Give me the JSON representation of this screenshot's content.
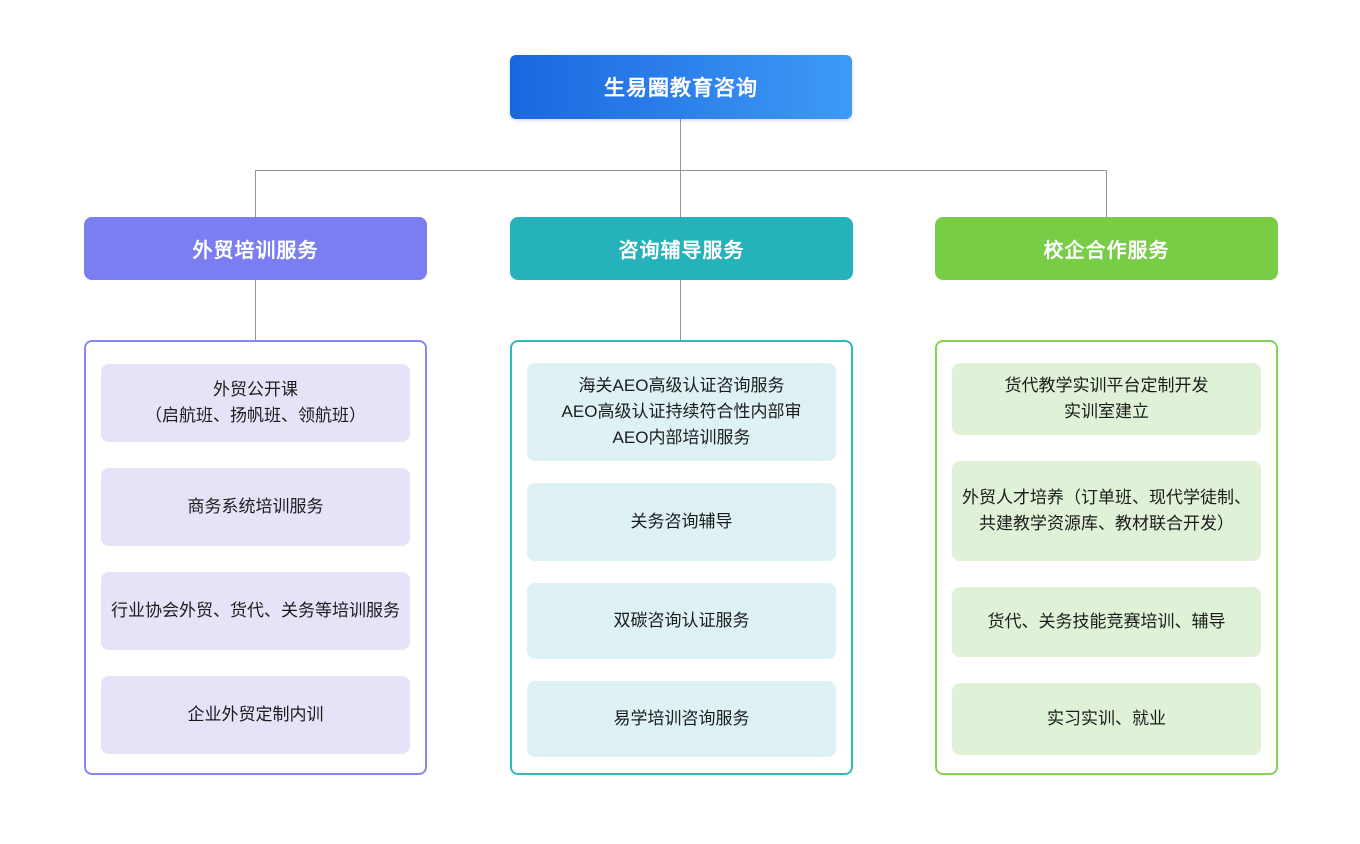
{
  "root": {
    "label": "生易圈教育咨询",
    "gradient_from": "#1a67e0",
    "gradient_to": "#3f9af6"
  },
  "connector_color": "#8c96a4",
  "columns": [
    {
      "header": "外贸培训服务",
      "header_color": "#7a7ef0",
      "item_bg": "#e4e3f8",
      "items": [
        "外贸公开课\n（启航班、扬帆班、领航班）",
        "商务系统培训服务",
        "行业协会外贸、货代、关务等培训服务",
        "企业外贸定制内训"
      ]
    },
    {
      "header": "咨询辅导服务",
      "header_color": "#25b2ba",
      "item_bg": "#def1f4",
      "items": [
        "海关AEO高级认证咨询服务\nAEO高级认证持续符合性内部审\nAEO内部培训服务",
        "关务咨询辅导",
        "双碳咨询认证服务",
        "易学培训咨询服务"
      ]
    },
    {
      "header": "校企合作服务",
      "header_color": "#77ce46",
      "item_bg": "#dff2d7",
      "items": [
        "货代教学实训平台定制开发\n实训室建立",
        "外贸人才培养（订单班、现代学徒制、共建教学资源库、教材联合开发）",
        "货代、关务技能竞赛培训、辅导",
        "实习实训、就业"
      ]
    }
  ]
}
